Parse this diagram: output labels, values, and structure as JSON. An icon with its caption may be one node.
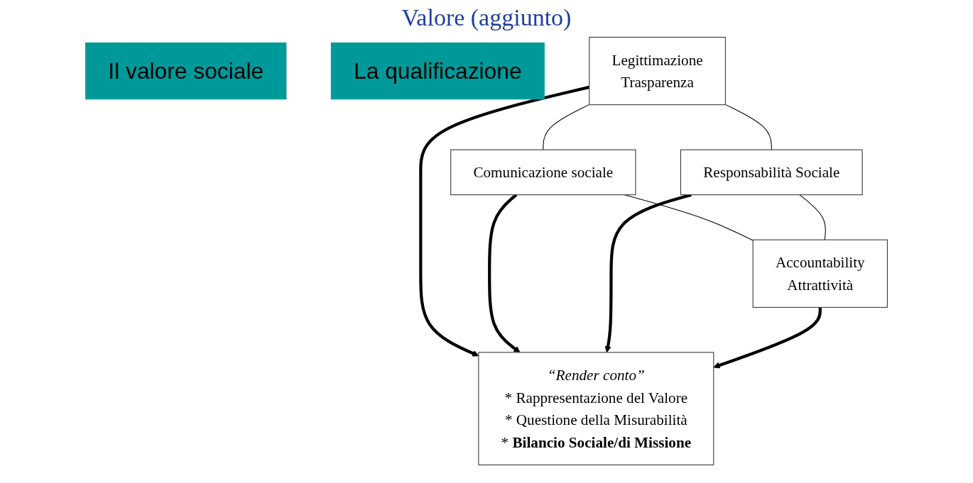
{
  "diagram": {
    "title": "Valore (aggiunto)",
    "nodes": [
      {
        "text": [
          "Legittimazione",
          "Trasparenza"
        ]
      },
      {
        "text": [
          "Comunicazione sociale"
        ]
      },
      {
        "text": [
          "*“Render conto”*",
          "* Rappresentazione del Valore",
          "* Questione della Misurabilità",
          "* **Bilancio Sociale/di Missione**"
        ]
      },
      {
        "text": [
          "Responsabilità Sociale"
        ]
      },
      {
        "text": [
          "Accountability",
          "Attrattività"
        ]
      },
      {
        "text": [
          "Il valore sociale"
        ]
      },
      {
        "text": [
          "La qualificazione"
        ]
      }
    ],
    "edges": [
      {
        "from": 0,
        "to": 2,
        "arrow": "to",
        "style": "thick"
      },
      {
        "from": 1,
        "to": 2,
        "arrow": "to",
        "style": "thick"
      },
      {
        "from": 3,
        "to": 2,
        "arrow": "to",
        "style": "thick"
      },
      {
        "from": 4,
        "to": 2,
        "arrow": "to",
        "style": "thick"
      },
      {
        "from": 0,
        "to": 1,
        "arrow": "none"
      },
      {
        "from": 0,
        "to": 3,
        "arrow": "none"
      },
      {
        "from": 1,
        "to": 4,
        "arrow": "none"
      },
      {
        "from": 3,
        "to": 4,
        "arrow": "none"
      }
    ]
  }
}
